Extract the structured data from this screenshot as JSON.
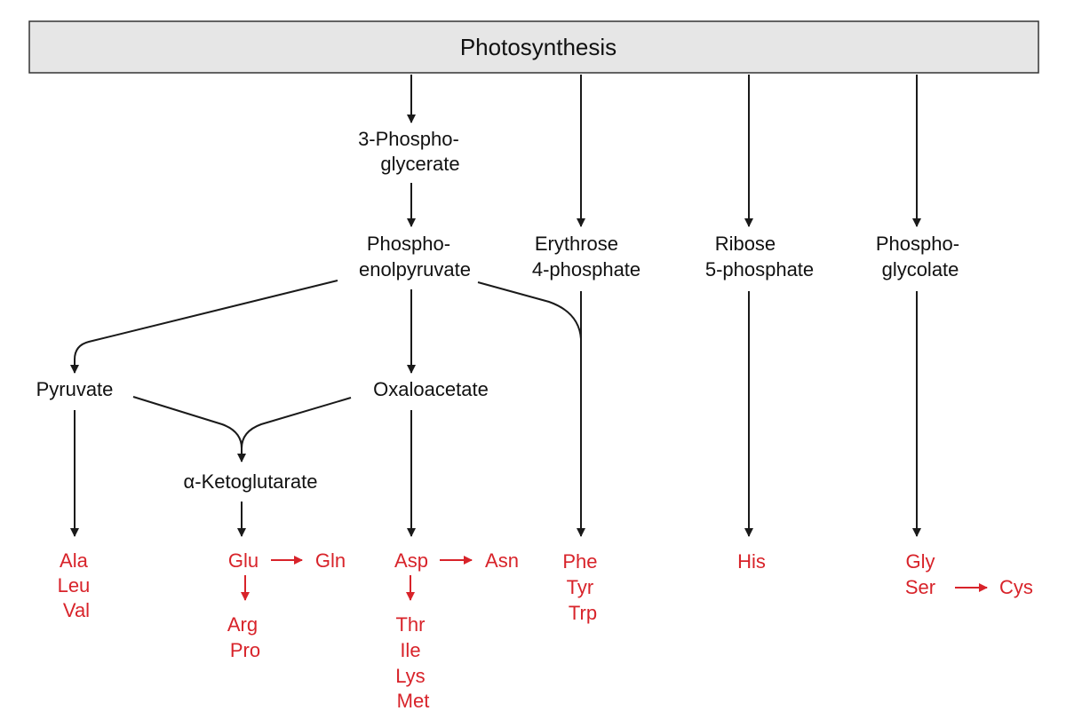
{
  "title": "Photosynthesis",
  "intermediates": {
    "phosphoglycerate": [
      "3-Phospho-",
      "glycerate"
    ],
    "pep": [
      "Phospho-",
      "enolpyruvate"
    ],
    "erythrose": [
      "Erythrose",
      "4-phosphate"
    ],
    "ribose": [
      "Ribose",
      "5-phosphate"
    ],
    "phosphoglycolate": [
      "Phospho-",
      "glycolate"
    ],
    "pyruvate": "Pyruvate",
    "oxaloacetate": "Oxaloacetate",
    "ketoglutarate": "α-Ketoglutarate"
  },
  "amino_acids": {
    "pyruvate_family": [
      "Ala",
      "Leu",
      "Val"
    ],
    "glu": "Glu",
    "gln": "Gln",
    "glu_family": [
      "Arg",
      "Pro"
    ],
    "asp": "Asp",
    "asn": "Asn",
    "asp_family": [
      "Thr",
      "Ile",
      "Lys",
      "Met"
    ],
    "aromatic": [
      "Phe",
      "Tyr",
      "Trp"
    ],
    "his": "His",
    "gly": "Gly",
    "ser": "Ser",
    "cys": "Cys"
  },
  "colors": {
    "amino_acid": "#d8232a",
    "metabolite": "#111111",
    "header_fill": "#e6e6e6"
  }
}
